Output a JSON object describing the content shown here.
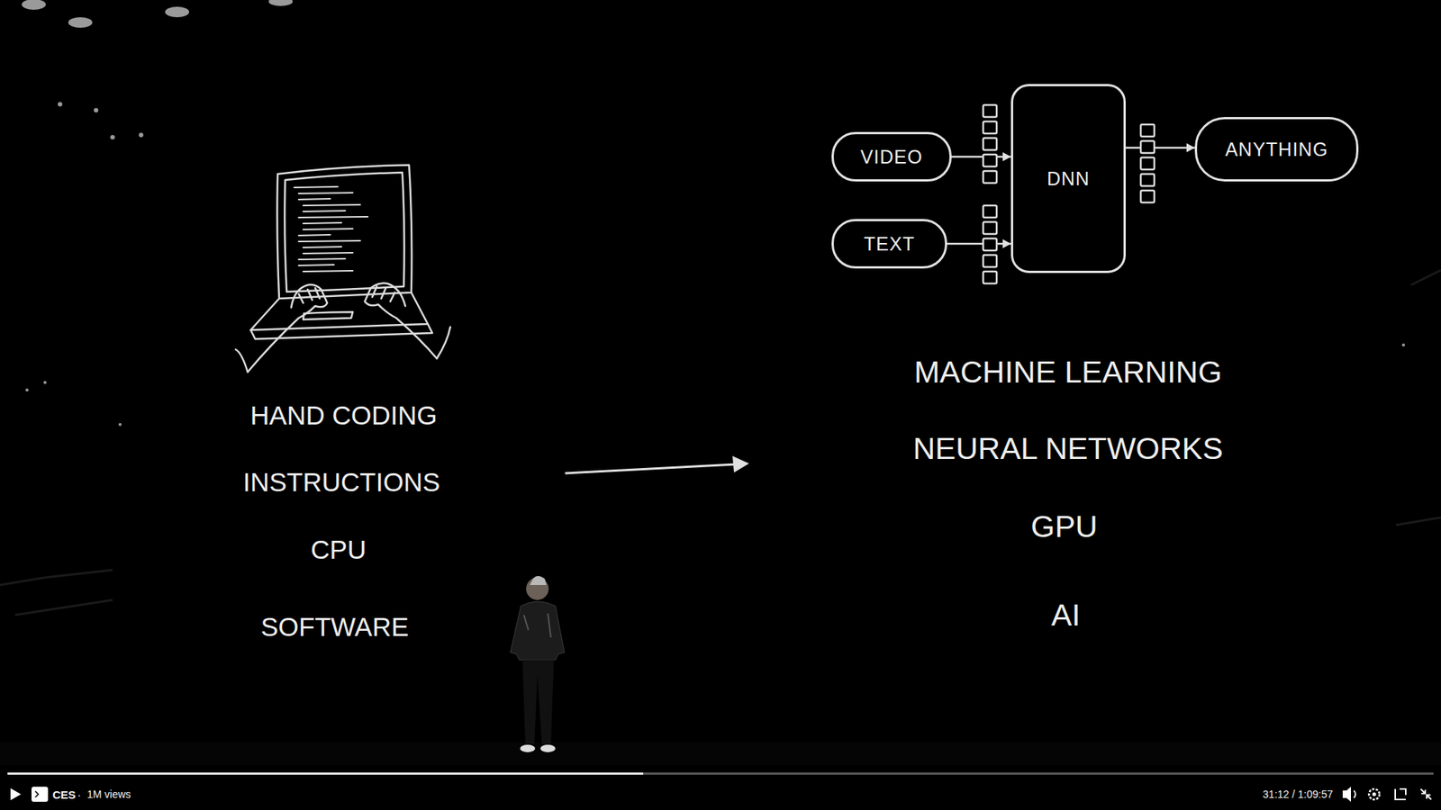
{
  "diagram": {
    "nodes": [
      {
        "text": [
          "VIDEO"
        ]
      },
      {
        "text": [
          "TEXT"
        ]
      },
      {
        "text": [
          "DNN"
        ]
      },
      {
        "text": [
          "ANYTHING"
        ]
      }
    ],
    "edges": [
      {
        "from": 0,
        "to": 2,
        "arrow": "to"
      },
      {
        "from": 1,
        "to": 2,
        "arrow": "to"
      },
      {
        "from": 2,
        "to": 3,
        "arrow": "to"
      }
    ],
    "labels": [
      "HAND CODING",
      "INSTRUCTIONS",
      "CPU",
      "SOFTWARE",
      "MACHINE LEARNING",
      "NEURAL NETWORKS",
      "GPU",
      "AI",
      "CES",
      "·",
      "1M views",
      "31:12 / 1:09:57"
    ]
  }
}
